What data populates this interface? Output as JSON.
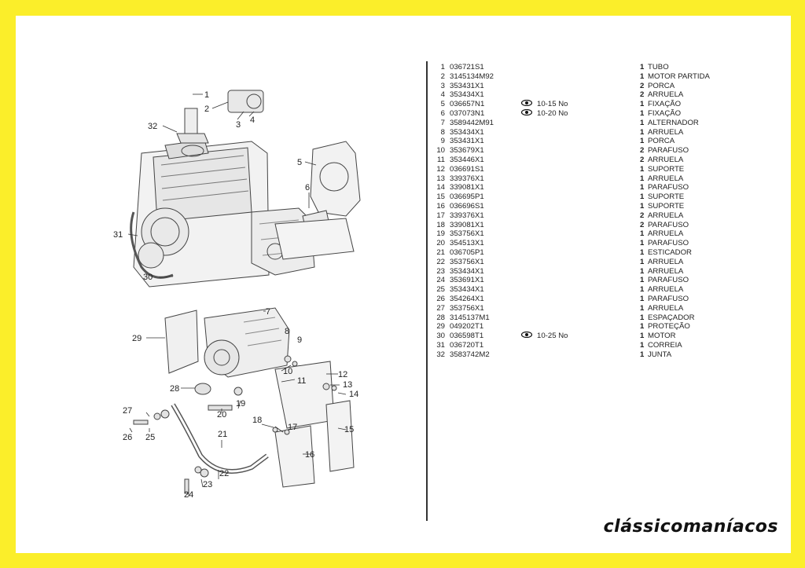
{
  "parts": [
    {
      "n": "1",
      "code": "036721S1",
      "note": "",
      "qty": "1",
      "desc": "TUBO"
    },
    {
      "n": "2",
      "code": "3145134M92",
      "note": "",
      "qty": "1",
      "desc": "MOTOR PARTIDA"
    },
    {
      "n": "3",
      "code": "353431X1",
      "note": "",
      "qty": "2",
      "desc": "PORCA"
    },
    {
      "n": "4",
      "code": "353434X1",
      "note": "",
      "qty": "2",
      "desc": "ARRUELA"
    },
    {
      "n": "5",
      "code": "036657N1",
      "note": "10-15 No",
      "qty": "1",
      "desc": "FIXAÇÃO"
    },
    {
      "n": "6",
      "code": "037073N1",
      "note": "10-20 No",
      "qty": "1",
      "desc": "FIXAÇÃO"
    },
    {
      "n": "7",
      "code": "3589442M91",
      "note": "",
      "qty": "1",
      "desc": "ALTERNADOR"
    },
    {
      "n": "8",
      "code": "353434X1",
      "note": "",
      "qty": "1",
      "desc": "ARRUELA"
    },
    {
      "n": "9",
      "code": "353431X1",
      "note": "",
      "qty": "1",
      "desc": "PORCA"
    },
    {
      "n": "10",
      "code": "353679X1",
      "note": "",
      "qty": "2",
      "desc": "PARAFUSO"
    },
    {
      "n": "11",
      "code": "353446X1",
      "note": "",
      "qty": "2",
      "desc": "ARRUELA"
    },
    {
      "n": "12",
      "code": "036691S1",
      "note": "",
      "qty": "1",
      "desc": "SUPORTE"
    },
    {
      "n": "13",
      "code": "339376X1",
      "note": "",
      "qty": "1",
      "desc": "ARRUELA"
    },
    {
      "n": "14",
      "code": "339081X1",
      "note": "",
      "qty": "1",
      "desc": "PARAFUSO"
    },
    {
      "n": "15",
      "code": "036695P1",
      "note": "",
      "qty": "1",
      "desc": "SUPORTE"
    },
    {
      "n": "16",
      "code": "036696S1",
      "note": "",
      "qty": "1",
      "desc": "SUPORTE"
    },
    {
      "n": "17",
      "code": "339376X1",
      "note": "",
      "qty": "2",
      "desc": "ARRUELA"
    },
    {
      "n": "18",
      "code": "339081X1",
      "note": "",
      "qty": "2",
      "desc": "PARAFUSO"
    },
    {
      "n": "19",
      "code": "353756X1",
      "note": "",
      "qty": "1",
      "desc": "ARRUELA"
    },
    {
      "n": "20",
      "code": "354513X1",
      "note": "",
      "qty": "1",
      "desc": "PARAFUSO"
    },
    {
      "n": "21",
      "code": "036705P1",
      "note": "",
      "qty": "1",
      "desc": "ESTICADOR"
    },
    {
      "n": "22",
      "code": "353756X1",
      "note": "",
      "qty": "1",
      "desc": "ARRUELA"
    },
    {
      "n": "23",
      "code": "353434X1",
      "note": "",
      "qty": "1",
      "desc": "ARRUELA"
    },
    {
      "n": "24",
      "code": "353691X1",
      "note": "",
      "qty": "1",
      "desc": "PARAFUSO"
    },
    {
      "n": "25",
      "code": "353434X1",
      "note": "",
      "qty": "1",
      "desc": "ARRUELA"
    },
    {
      "n": "26",
      "code": "354264X1",
      "note": "",
      "qty": "1",
      "desc": "PARAFUSO"
    },
    {
      "n": "27",
      "code": "353756X1",
      "note": "",
      "qty": "1",
      "desc": "ARRUELA"
    },
    {
      "n": "28",
      "code": "3145137M1",
      "note": "",
      "qty": "1",
      "desc": "ESPAÇADOR"
    },
    {
      "n": "29",
      "code": "049202T1",
      "note": "",
      "qty": "1",
      "desc": "PROTEÇÃO"
    },
    {
      "n": "30",
      "code": "036598T1",
      "note": "10-25 No",
      "qty": "1",
      "desc": "MOTOR"
    },
    {
      "n": "31",
      "code": "036720T1",
      "note": "",
      "qty": "1",
      "desc": "CORREIA"
    },
    {
      "n": "32",
      "code": "3583742M2",
      "note": "",
      "qty": "1",
      "desc": "JUNTA"
    }
  ],
  "callouts": [
    "1",
    "2",
    "3",
    "4",
    "5",
    "6",
    "7",
    "8",
    "9",
    "10",
    "11",
    "12",
    "13",
    "14",
    "15",
    "16",
    "17",
    "18",
    "19",
    "20",
    "21",
    "22",
    "23",
    "24",
    "25",
    "26",
    "27",
    "28",
    "29",
    "30",
    "31",
    "32"
  ],
  "watermark": "clássicomaníacos",
  "colors": {
    "frame": "#fbee2a",
    "paper": "#ffffff",
    "ink": "#222222"
  },
  "icons": {
    "note_marker": "eye-icon"
  }
}
